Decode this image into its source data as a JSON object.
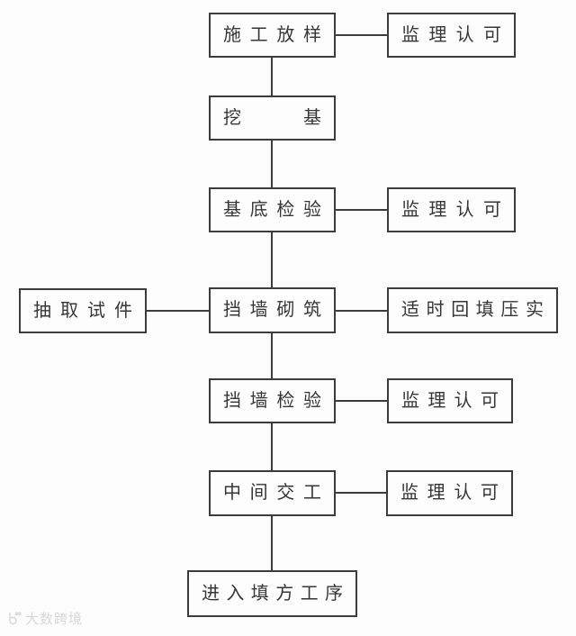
{
  "diagram": {
    "type": "flowchart",
    "nodes": {
      "construction_layout": "施工放样",
      "supervision_approval_1": "监理认可",
      "excavation": "挖基",
      "base_inspection": "基底检验",
      "supervision_approval_2": "监理认可",
      "sample_extraction": "抽取试件",
      "wall_masonry": "挡墙砌筑",
      "timely_backfill_compaction": "适时回填压实",
      "wall_inspection": "挡墙检验",
      "supervision_approval_3": "监理认可",
      "intermediate_handover": "中间交工",
      "supervision_approval_4": "监理认可",
      "fill_process_entry": "进入填方工序"
    },
    "edges": [
      {
        "from": "construction_layout",
        "to": "supervision_approval_1"
      },
      {
        "from": "construction_layout",
        "to": "excavation"
      },
      {
        "from": "excavation",
        "to": "base_inspection"
      },
      {
        "from": "base_inspection",
        "to": "supervision_approval_2"
      },
      {
        "from": "base_inspection",
        "to": "wall_masonry"
      },
      {
        "from": "sample_extraction",
        "to": "wall_masonry"
      },
      {
        "from": "wall_masonry",
        "to": "timely_backfill_compaction"
      },
      {
        "from": "wall_masonry",
        "to": "wall_inspection"
      },
      {
        "from": "wall_inspection",
        "to": "supervision_approval_3"
      },
      {
        "from": "wall_inspection",
        "to": "intermediate_handover"
      },
      {
        "from": "intermediate_handover",
        "to": "supervision_approval_4"
      },
      {
        "from": "intermediate_handover",
        "to": "fill_process_entry"
      }
    ],
    "colors": {
      "line": "#3c3c3c",
      "text": "#363636",
      "background": "#fcfcfc"
    }
  },
  "watermark": {
    "text": "大数跨境"
  }
}
